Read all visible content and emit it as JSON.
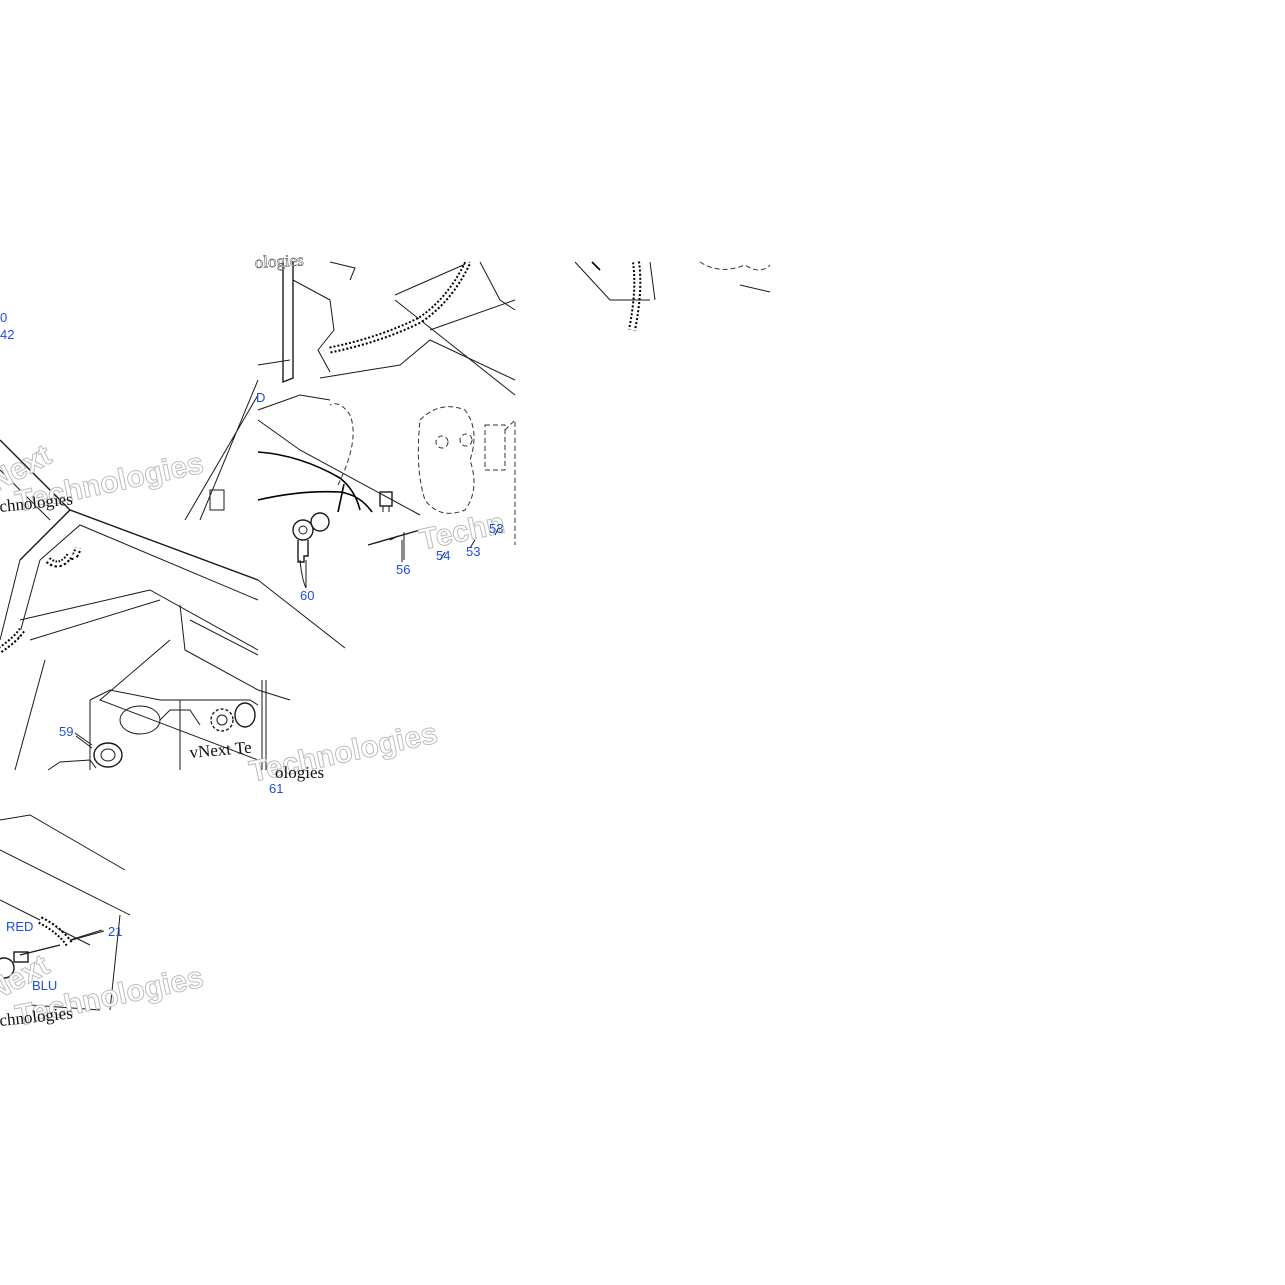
{
  "colors": {
    "callout": "#1f4fd8",
    "linework": "#1a1a1a",
    "watermark_fill": "#ffffff",
    "watermark_stroke": "#bdbdbd"
  },
  "callouts": [
    {
      "id": "c0",
      "text": "0"
    },
    {
      "id": "c42",
      "text": "42"
    },
    {
      "id": "cD",
      "text": "D"
    },
    {
      "id": "c53a",
      "text": "53"
    },
    {
      "id": "c53b",
      "text": "53"
    },
    {
      "id": "c54",
      "text": "54"
    },
    {
      "id": "c56",
      "text": "56"
    },
    {
      "id": "c60",
      "text": "60"
    },
    {
      "id": "c59",
      "text": "59"
    },
    {
      "id": "c61",
      "text": "61"
    },
    {
      "id": "cRED",
      "text": "RED"
    },
    {
      "id": "c21",
      "text": "21"
    },
    {
      "id": "cBLU",
      "text": "BLU"
    }
  ],
  "watermarks": {
    "technologies": "Technologies",
    "vnext_te": "vNext Te",
    "next": "Next",
    "techn": "Techn",
    "chnologies": "chnologies",
    "ologies": "ologies"
  }
}
